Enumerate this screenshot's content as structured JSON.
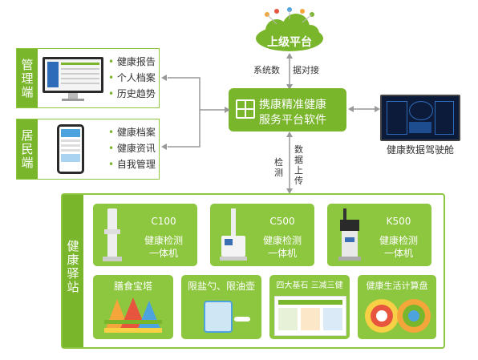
{
  "cloud": {
    "label": "上级平台"
  },
  "arrow_top": {
    "left_label": "系统数",
    "right_label": "据对接"
  },
  "center": {
    "line1": "携康精准健康",
    "line2": "服务平台软件"
  },
  "cockpit": {
    "label": "健康数据驾驶舱"
  },
  "admin": {
    "title": "管理端",
    "items": [
      "健康报告",
      "个人档案",
      "历史趋势"
    ]
  },
  "resident": {
    "title": "居民端",
    "items": [
      "健康档案",
      "健康资讯",
      "自我管理"
    ]
  },
  "arrow_bottom": {
    "left_label": "检测",
    "right_label": "数据上传"
  },
  "station": {
    "title": "健康驿站",
    "devices": [
      {
        "model": "C100",
        "desc1": "健康检测",
        "desc2": "一体机"
      },
      {
        "model": "C500",
        "desc1": "健康检测",
        "desc2": "一体机"
      },
      {
        "model": "K500",
        "desc1": "健康检测",
        "desc2": "一体机"
      }
    ],
    "tools": [
      {
        "label": "膳食宝塔"
      },
      {
        "label": "限盐勺、限油壶"
      },
      {
        "label": "四大基石 三减三健"
      },
      {
        "label": "健康生活计算盘"
      }
    ]
  },
  "colors": {
    "accent": "#7ab62c",
    "card": "#8dc63f",
    "border": "#8dc63f"
  }
}
